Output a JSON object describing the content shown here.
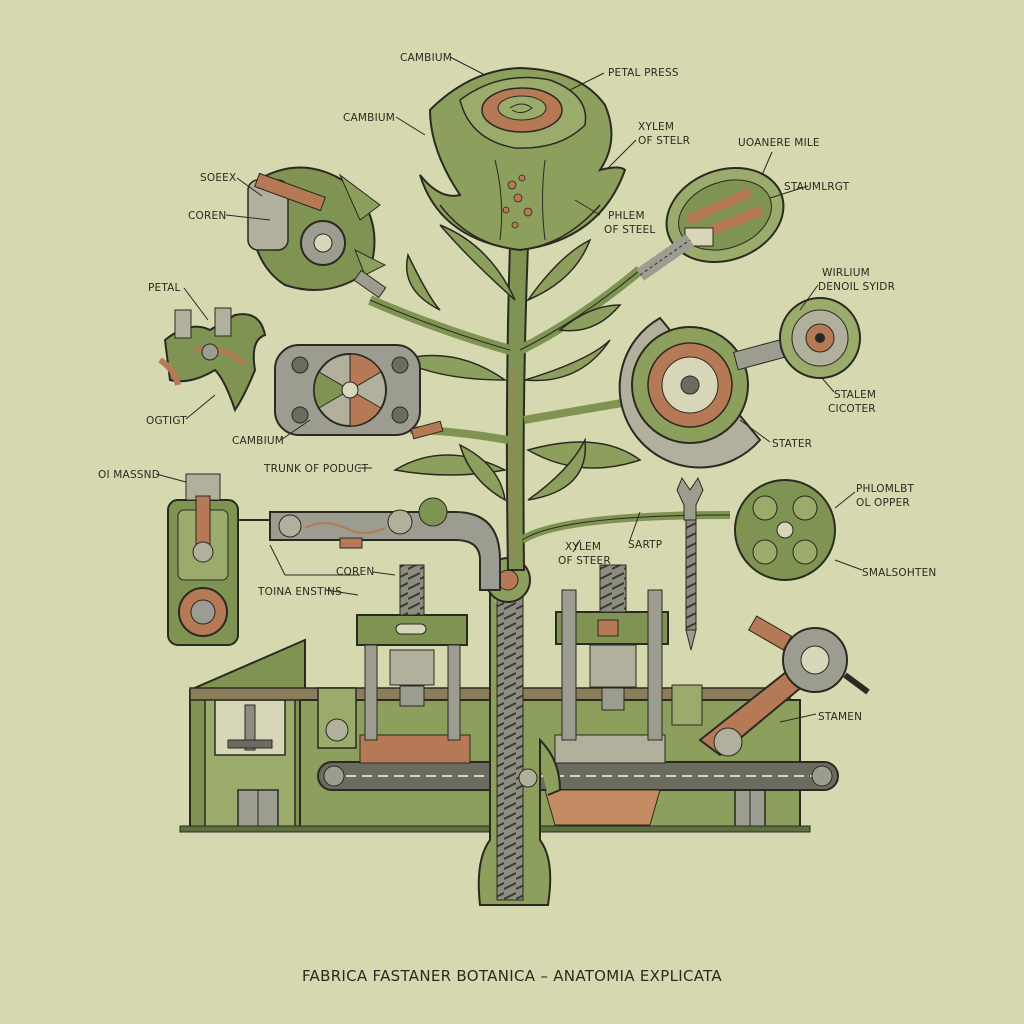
{
  "title": "FABRICA FASTANER BOTANICA – ANATOMIA EXPLICATA",
  "labels": [
    {
      "key": "cambium_top",
      "text": "CAMBIUM"
    },
    {
      "key": "petal_press",
      "text": "PETAL PRESS"
    },
    {
      "key": "cambium_left",
      "text": "CAMBIUM"
    },
    {
      "key": "xylem_steel_top_1",
      "text": "XYLEM"
    },
    {
      "key": "xylem_steel_top_2",
      "text": "OF STELR"
    },
    {
      "key": "uoanere_mile",
      "text": "UOANERE MILE"
    },
    {
      "key": "soeex",
      "text": "SOEEX"
    },
    {
      "key": "staumlrgt",
      "text": "STAUMLRGT"
    },
    {
      "key": "coren_top",
      "text": "COREN"
    },
    {
      "key": "phlem_1",
      "text": "PHLEM"
    },
    {
      "key": "phlem_2",
      "text": "OF STEEL"
    },
    {
      "key": "wirlium_1",
      "text": "WIRLIUM"
    },
    {
      "key": "wirlium_2",
      "text": "DENOIL SYIDR"
    },
    {
      "key": "petal",
      "text": "PETAL"
    },
    {
      "key": "stalem_1",
      "text": "STALEM"
    },
    {
      "key": "stalem_2",
      "text": "CICOTER"
    },
    {
      "key": "ogtigt",
      "text": "OGTIGT"
    },
    {
      "key": "cambium_mid",
      "text": "CAMBIUM"
    },
    {
      "key": "stater",
      "text": "STATER"
    },
    {
      "key": "trunk",
      "text": "TRUNK OF PODUCT"
    },
    {
      "key": "oi_massnd",
      "text": "OI MASSND"
    },
    {
      "key": "phlomlbt_1",
      "text": "PHLOMLBT"
    },
    {
      "key": "phlomlbt_2",
      "text": "OL OPPER"
    },
    {
      "key": "sartp",
      "text": "SARTP"
    },
    {
      "key": "xylem_low_1",
      "text": "XYLEM"
    },
    {
      "key": "xylem_low_2",
      "text": "OF STEER"
    },
    {
      "key": "coren_low",
      "text": "COREN"
    },
    {
      "key": "smalsohten",
      "text": "SMALSOHTEN"
    },
    {
      "key": "toina",
      "text": "TOINA ENSTINS"
    },
    {
      "key": "stamen",
      "text": "STAMEN"
    }
  ],
  "colors": {
    "background": "#d6d8af",
    "leaf_green": "#7f9352",
    "light_green": "#9aab6b",
    "dark_green": "#5e7040",
    "copper": "#b57a55",
    "steel": "#9c9c90",
    "ink": "#2b2a22"
  }
}
